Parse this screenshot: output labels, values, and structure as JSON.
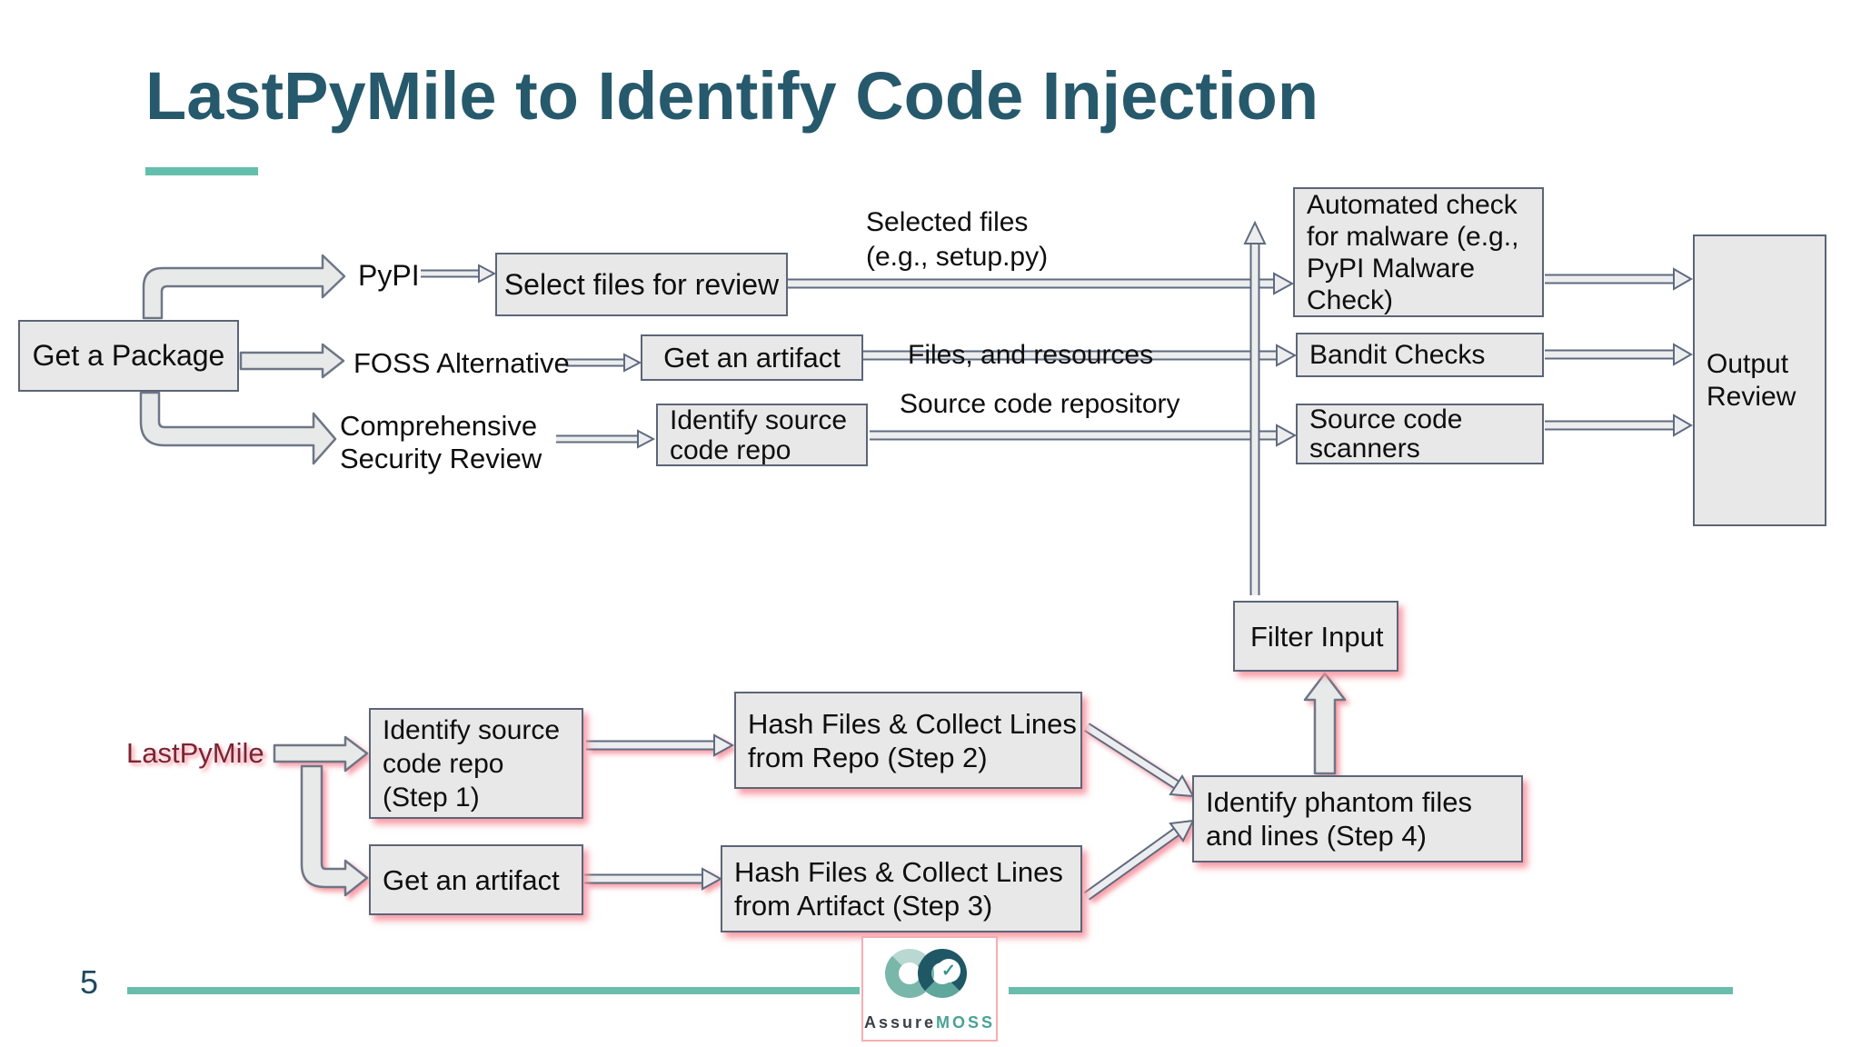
{
  "slide": {
    "title": "LastPyMile to Identify Code Injection",
    "page_number": "5"
  },
  "colors": {
    "title": "#27596c",
    "accent_teal": "#63bfac",
    "bottom_rule_teal": "#68beaa",
    "node_fill": "#e8e8e8",
    "node_border": "#5c6577",
    "highlight_red": "#7b2434",
    "pink_glow": "#f78d99"
  },
  "top_flow": {
    "nodes": {
      "get_package": "Get a Package",
      "pypi": "PyPI",
      "foss": "FOSS Alternative",
      "comprehensive": "Comprehensive\nSecurity Review",
      "select_files": "Select files for review",
      "get_artifact": "Get an artifact",
      "identify_repo": "Identify source\ncode repo",
      "automated_check": "Automated check\nfor malware (e.g.,\nPyPI Malware\nCheck)",
      "bandit": "Bandit Checks",
      "scanners": "Source code\nscanners",
      "output_review": "Output\nReview"
    },
    "edge_labels": {
      "selected_files": "Selected files\n(e.g., setup.py)",
      "files_resources": "Files, and resources",
      "source_repo": "Source code repository"
    }
  },
  "bottom_flow": {
    "lastpymile": "LastPyMile",
    "step1": "Identify source\ncode repo\n(Step 1)",
    "get_artifact": "Get an artifact",
    "step2": "Hash Files & Collect Lines\nfrom Repo (Step 2)",
    "step3": "Hash Files & Collect Lines\nfrom Artifact (Step 3)",
    "step4": "Identify phantom files\nand lines (Step 4)",
    "filter_input": "Filter Input"
  },
  "logo": {
    "assure": "Assure",
    "moss": "MOSS"
  }
}
